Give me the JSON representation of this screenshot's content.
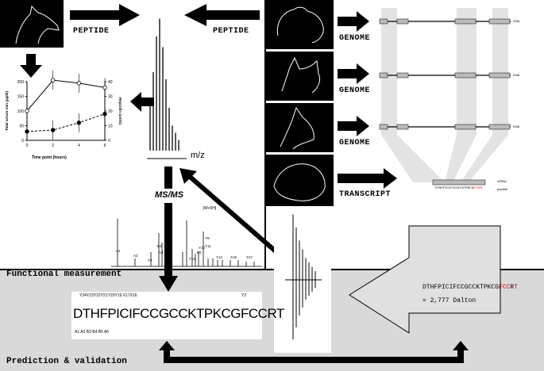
{
  "labels": {
    "peptide_left": "PEPTIDE",
    "peptide_right": "PEPTIDE",
    "genome_1": "GENOME",
    "genome_2": "GENOME",
    "genome_3": "GENOME",
    "transcript": "TRANSCRIPT",
    "mz": "m/z",
    "msms": "MS/MS",
    "functional_measurement": "Functional measurement",
    "prediction_validation": "Prediction & validation"
  },
  "dna_track_label": "DNA",
  "mrna_label": "mRNA",
  "peptide_track_label": "peptide",
  "mrna_sequence_black": "DTHFPICIFCCGCCKTPKCG",
  "mrna_sequence_red": "FCCRT",
  "result": {
    "seq_black_1": "DTHFPICIFCCGCCKTPKCG",
    "seq_red": "FCC",
    "seq_black_2": "R",
    "seq_red_2": "T",
    "mass": "= 2,777 Dalton"
  },
  "annotated_sequence": "DTHFPICIFCCGCCKTPKCGFCCRT",
  "fragment_top": "Y24Y23Y22Y21Y20Y19 X17X16",
  "fragment_top_right": "Y2",
  "fragment_bottom": "A1 A2 B3 B4 B5 A6",
  "spectrum": {
    "peak_label": "[M+5H]",
    "ion_labels": [
      "A1",
      "A2",
      "Y3",
      "B3",
      "A4",
      "B5",
      "Y16",
      "B5",
      "Y9",
      "Y10",
      "Y11",
      "Y12",
      "X16",
      "X17"
    ]
  },
  "chart_data": {
    "type": "line",
    "xlabel": "Time point (hours)",
    "ylabel_left": "Total serum iron (μg/dl)",
    "ylabel_right": "Hepcidin (units)",
    "x": [
      0,
      2,
      4,
      6
    ],
    "xticks": [
      "0",
      "2",
      "4",
      "6"
    ],
    "yticks_left": [
      "0",
      "50",
      "100",
      "150",
      "200"
    ],
    "yticks_right": [
      "0",
      "10",
      "20",
      "30",
      "40"
    ],
    "ylim_left": [
      0,
      200
    ],
    "ylim_right": [
      0,
      40
    ],
    "series": [
      {
        "values": [
          100,
          205,
          195,
          180
        ],
        "axis": "left",
        "style": "solid-open-circle"
      },
      {
        "values": [
          30,
          35,
          60,
          90
        ],
        "axis": "left",
        "style": "dashed-filled-circle"
      }
    ]
  },
  "colors": {
    "grey_panel": "#d9d9d9",
    "light_grey": "#e6e6e6",
    "accent_red": "#cc0000"
  },
  "icons": [
    "dog-head-icon",
    "cat-head-icon",
    "fox-head-icon",
    "bear-head-icon",
    "horse-head-icon"
  ]
}
